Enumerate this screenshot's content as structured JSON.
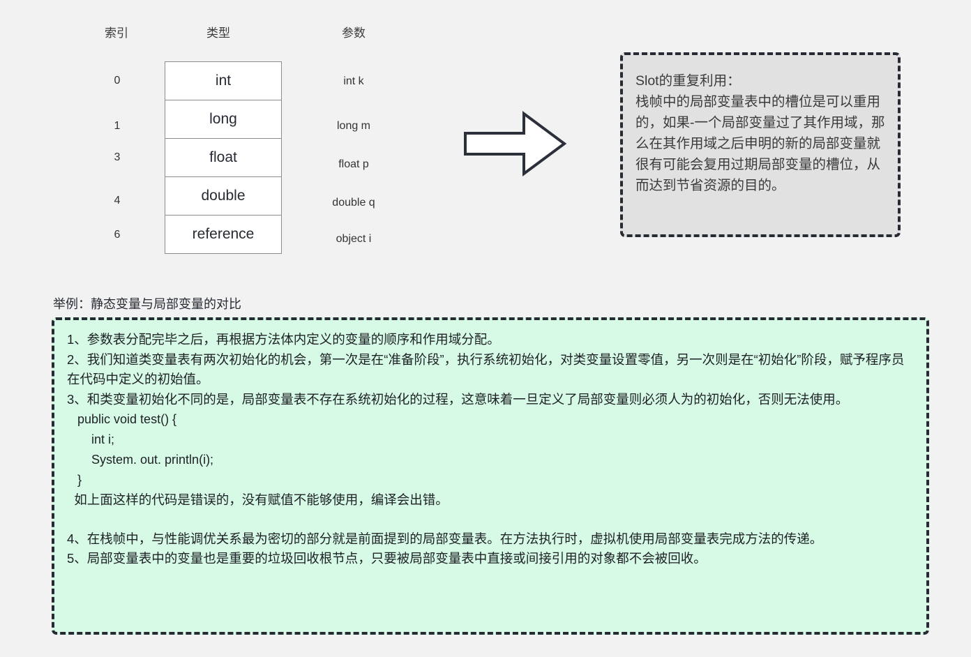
{
  "page": {
    "background_color": "#f2f2f2",
    "text_color": "#262b33"
  },
  "diagram": {
    "headers": {
      "index": "索引",
      "type": "类型",
      "param": "参数"
    },
    "rows": [
      {
        "index": "0",
        "type": "int",
        "param": "int k"
      },
      {
        "index": "1",
        "type": "long",
        "param": "long m"
      },
      {
        "index": "3",
        "type": "float",
        "param": "float p"
      },
      {
        "index": "4",
        "type": "double",
        "param": "double q"
      },
      {
        "index": "6",
        "type": "reference",
        "param": "object i"
      }
    ],
    "arrow": {
      "icon": "arrow-right-icon",
      "fill_color": "#ffffff",
      "stroke_color": "#2b303a"
    },
    "note": {
      "fill_color": "#e1e1e1",
      "border_color": "#262b33",
      "text": "Slot的重复利用：\n栈帧中的局部变量表中的槽位是可以重用的，如果-一个局部变量过了其作用域，那么在其作用域之后申明的新的局部变量就很有可能会复用过期局部变量的槽位，从而达到节省资源的目的。"
    }
  },
  "example": {
    "caption": "举例：静态变量与局部变量的对比",
    "box": {
      "fill_color": "#d6fae5",
      "border_color": "#262b33"
    },
    "lines": [
      {
        "kind": "para",
        "text": "1、参数表分配完毕之后，再根据方法体内定义的变量的顺序和作用域分配。"
      },
      {
        "kind": "para",
        "text": "2、我们知道类变量表有两次初始化的机会，第一次是在“准备阶段”，执行系统初始化，对类变量设置零值，另一次则是在“初始化”阶段，赋予程序员在代码中定义的初始值。"
      },
      {
        "kind": "para",
        "text": "3、和类变量初始化不同的是，局部变量表不存在系统初始化的过程，这意味着一旦定义了局部变量则必须人为的初始化，否则无法使用。"
      },
      {
        "kind": "code",
        "text": "   public void test() {"
      },
      {
        "kind": "code",
        "text": "       int i;"
      },
      {
        "kind": "code",
        "text": "       System. out. println(i);"
      },
      {
        "kind": "code",
        "text": "   }"
      },
      {
        "kind": "para",
        "text": "  如上面这样的代码是错误的，没有赋值不能够使用，编译会出错。"
      },
      {
        "kind": "spacer",
        "text": ""
      },
      {
        "kind": "para",
        "text": "4、在栈帧中，与性能调优关系最为密切的部分就是前面提到的局部变量表。在方法执行时，虚拟机使用局部变量表完成方法的传递。"
      },
      {
        "kind": "para",
        "text": "5、局部变量表中的变量也是重要的垃圾回收根节点，只要被局部变量表中直接或间接引用的对象都不会被回收。"
      }
    ]
  }
}
